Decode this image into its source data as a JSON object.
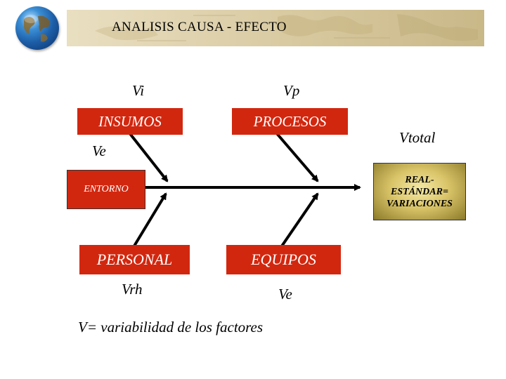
{
  "title": "ANALISIS CAUSA - EFECTO",
  "labels": {
    "vi": "Vi",
    "vp": "Vp",
    "ve_top": "Ve",
    "vtotal": "Vtotal",
    "vrh": "Vrh",
    "ve_bottom": "Ve",
    "footer": "V= variabilidad de los factores"
  },
  "causes": {
    "insumos": "INSUMOS",
    "procesos": "PROCESOS",
    "entorno": "ENTORNO",
    "personal": "PERSONAL",
    "equipos": "EQUIPOS"
  },
  "effect": {
    "line1": "REAL-",
    "line2": "ESTÁNDAR=",
    "line3": "VARIACIONES"
  },
  "colors": {
    "cause_box": "#d2270f",
    "effect_box": "#d9c468",
    "arrows": "#000000"
  },
  "icons": {
    "logo": "globe-icon"
  }
}
